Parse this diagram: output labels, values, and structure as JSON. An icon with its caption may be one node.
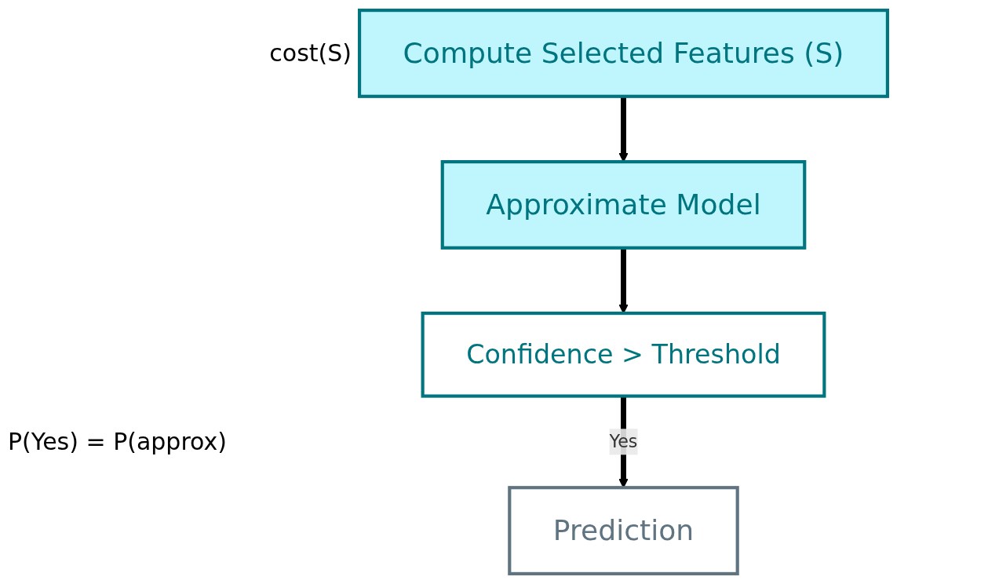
{
  "diagram": {
    "nodes": [
      {
        "text": [
          "Compute Selected Features (S)"
        ],
        "beside": [
          "cost(S)"
        ]
      },
      {
        "text": [
          "Approximate Model"
        ]
      },
      {
        "text": [
          "Confidence > Threshold"
        ]
      },
      {
        "text": [
          "Prediction"
        ]
      }
    ],
    "edges": [
      {
        "from": 0,
        "to": 1,
        "arrow": "to"
      },
      {
        "from": 1,
        "to": 2,
        "arrow": "to"
      },
      {
        "from": 2,
        "to": 3,
        "arrow": "to",
        "label": "Yes"
      }
    ],
    "labels": [
      "P(Yes) = P(approx)"
    ]
  }
}
